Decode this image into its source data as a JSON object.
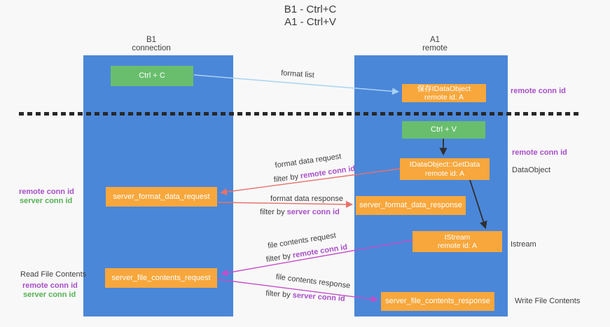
{
  "title": {
    "line1": "B1 - Ctrl+C",
    "line2": "A1 - Ctrl+V"
  },
  "lifelines": {
    "b1": {
      "name": "B1",
      "sub": "connection"
    },
    "a1": {
      "name": "A1",
      "sub": "remote"
    }
  },
  "boxes": {
    "ctrl_c": {
      "label": "Ctrl + C"
    },
    "save_idataobject": {
      "line1": "保存IDataObject",
      "line2": "remote id: A"
    },
    "ctrl_v": {
      "label": "Ctrl + V"
    },
    "getdata": {
      "line1": "IDataObject::GetData",
      "line2": "remote id: A"
    },
    "format_request": {
      "label": "server_format_data_request"
    },
    "format_response": {
      "label": "server_format_data_response"
    },
    "istream": {
      "line1": "IStream",
      "line2": "remote id: A"
    },
    "file_request": {
      "label": "server_file_contents_request"
    },
    "file_response": {
      "label": "server_file_contents_response"
    }
  },
  "flow_labels": {
    "format_list": "format list",
    "format_data_request": "format data request",
    "format_data_response": "format data response",
    "file_contents_request": "file contents request",
    "file_contents_response": "file contents response",
    "filter_by": "filter by",
    "remote_conn_id": "remote conn id",
    "server_conn_id": "server conn id"
  },
  "side_labels": {
    "left_top_remote": "remote conn id",
    "left_top_server": "server conn id",
    "read_file_contents": "Read File Contents",
    "left_bottom_remote": "remote conn id",
    "left_bottom_server": "server conn id",
    "right_remote_1": "remote conn id",
    "right_remote_2": "remote conn id",
    "dataobject": "DataObject",
    "istream": "Istream",
    "write_file_contents": "Write File Contents"
  },
  "colors": {
    "bg": "#f8f8f8",
    "lifeline_blue": "#4b87d8",
    "box_green": "#69be6e",
    "box_orange": "#f7a73c",
    "text_dark": "#3d3d3d",
    "purple": "#a84fc8",
    "label_green": "#55b155",
    "arrow_red": "#e7726b",
    "arrow_magenta": "#c44ec9",
    "arrow_blue": "#a8d3f2",
    "arrow_black": "#2f2f2f",
    "dash_black": "#282828"
  }
}
